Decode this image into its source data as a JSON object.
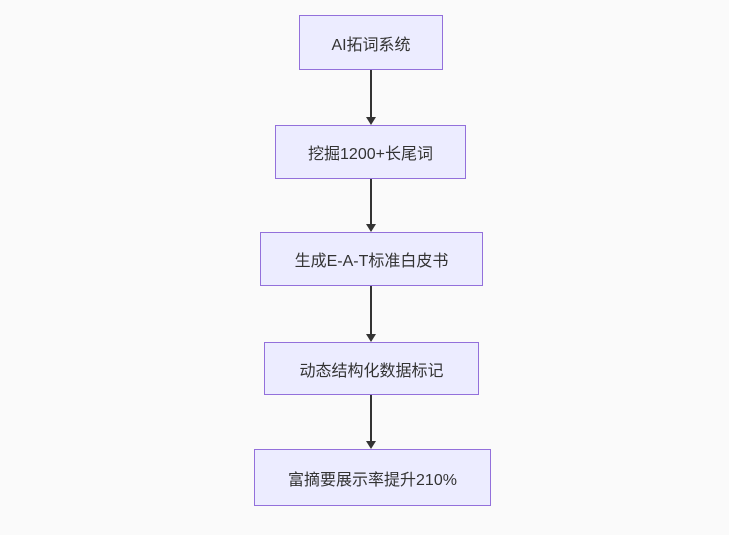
{
  "diagram": {
    "type": "flowchart",
    "direction": "top-down",
    "nodes": [
      {
        "id": "n1",
        "label": "AI拓词系统"
      },
      {
        "id": "n2",
        "label": "挖掘1200+长尾词"
      },
      {
        "id": "n3",
        "label": "生成E-A-T标准白皮书"
      },
      {
        "id": "n4",
        "label": "动态结构化数据标记"
      },
      {
        "id": "n5",
        "label": "富摘要展示率提升210%"
      }
    ],
    "edges": [
      {
        "from": "n1",
        "to": "n2"
      },
      {
        "from": "n2",
        "to": "n3"
      },
      {
        "from": "n3",
        "to": "n4"
      },
      {
        "from": "n4",
        "to": "n5"
      }
    ],
    "colors": {
      "node_fill": "#ECECFF",
      "node_border": "#9370DB",
      "text": "#333333",
      "arrow": "#333333",
      "background": "#FAFAFA"
    }
  }
}
